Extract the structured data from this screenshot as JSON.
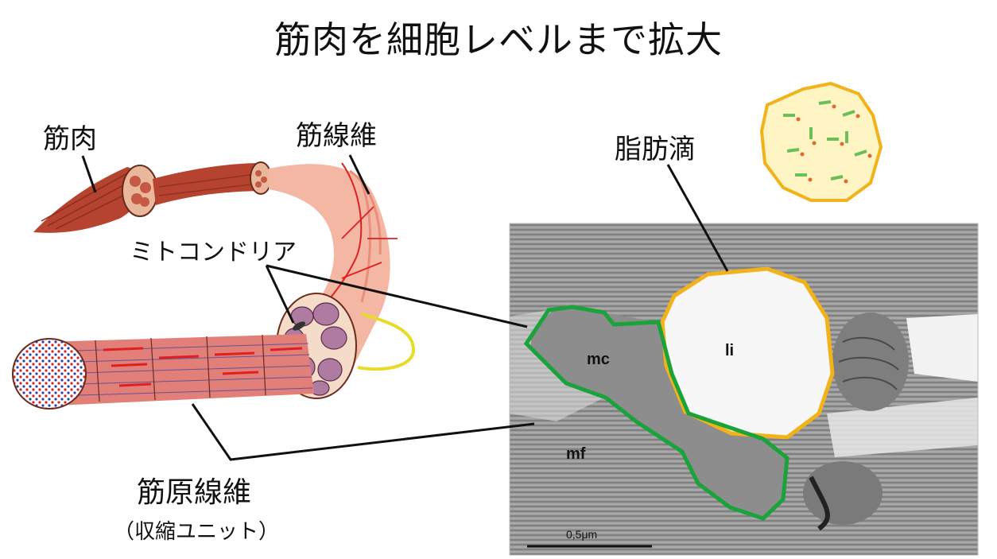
{
  "title": "筋肉を細胞レベルまで拡大",
  "labels": {
    "muscle": "筋肉",
    "muscle_fiber": "筋線維",
    "mitochondria": "ミトコンドリア",
    "lipid_droplet": "脂肪滴",
    "myofibril": "筋原線維",
    "myofibril_note": "（収縮ユニット）"
  },
  "micrograph": {
    "mitochondrion_label": "mc",
    "lipid_label": "li",
    "myofibril_label": "mf",
    "scale_bar": "0,5μm"
  },
  "colors": {
    "mitochondrion_outline": "#1aa33a",
    "lipid_outline": "#f2b21a",
    "lipid_fill": "#fff4c4",
    "muscle_red": "#b5432f",
    "fiber_pink": "#f3b7a3",
    "vessel_red": "#e02020",
    "nerve_yellow": "#e8dc2a"
  }
}
